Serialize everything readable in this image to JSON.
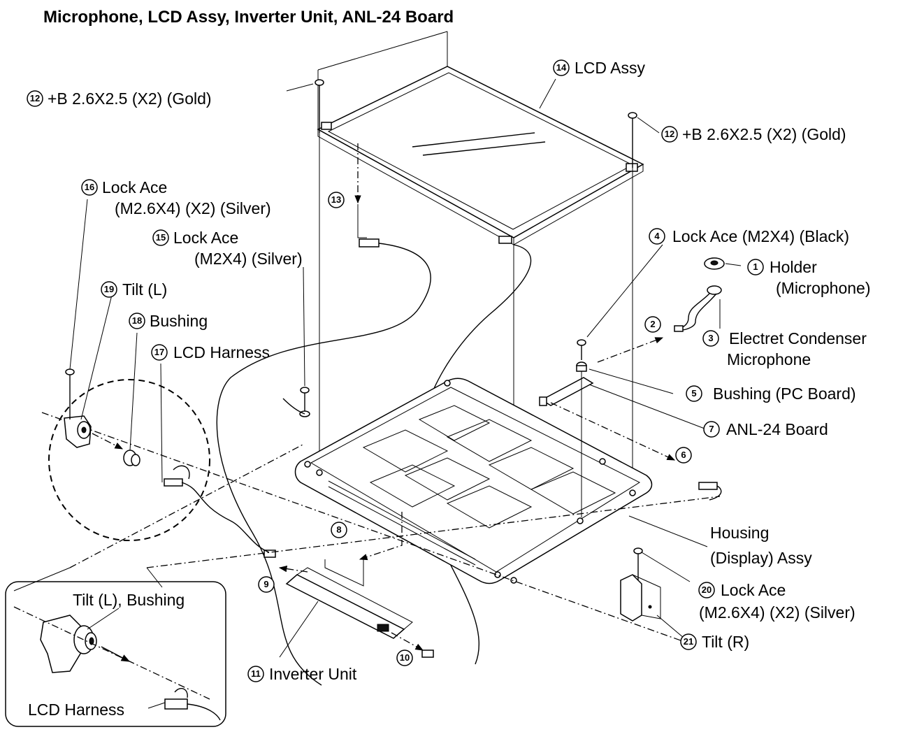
{
  "title": "Microphone, LCD Assy, Inverter Unit, ANL-24 Board",
  "inset_labels": {
    "tilt_bushing": "Tilt (L), Bushing",
    "lcd_harness": "LCD Harness"
  },
  "callouts": {
    "c1": "1",
    "c2": "2",
    "c3": "3",
    "c4": "4",
    "c5": "5",
    "c6": "6",
    "c7": "7",
    "c8": "8",
    "c9": "9",
    "c10": "10",
    "c11": "11",
    "c12": "12",
    "c13": "13",
    "c14": "14",
    "c15": "15",
    "c16": "16",
    "c17": "17",
    "c18": "18",
    "c19": "19",
    "c20": "20",
    "c21": "21"
  },
  "labels": {
    "p14": "LCD Assy",
    "p12a": "+B 2.6X2.5 (X2) (Gold)",
    "p12b": "+B 2.6X2.5 (X2) (Gold)",
    "p16a": "Lock Ace",
    "p16b": "(M2.6X4) (X2) (Silver)",
    "p15a": "Lock Ace",
    "p15b": "(M2X4) (Silver)",
    "p19": "Tilt (L)",
    "p18": "Bushing",
    "p17": "LCD Harness",
    "p4": "Lock Ace (M2X4) (Black)",
    "p1a": "Holder",
    "p1b": "(Microphone)",
    "p3a": "Electret Condenser",
    "p3b": "Microphone",
    "p5": "Bushing (PC Board)",
    "p7": "ANL-24 Board",
    "housing_a": "Housing",
    "housing_b": "(Display) Assy",
    "p20a": "Lock Ace",
    "p20b": "(M2.6X4) (X2) (Silver)",
    "p21": "Tilt (R)",
    "p11": "Inverter Unit"
  }
}
